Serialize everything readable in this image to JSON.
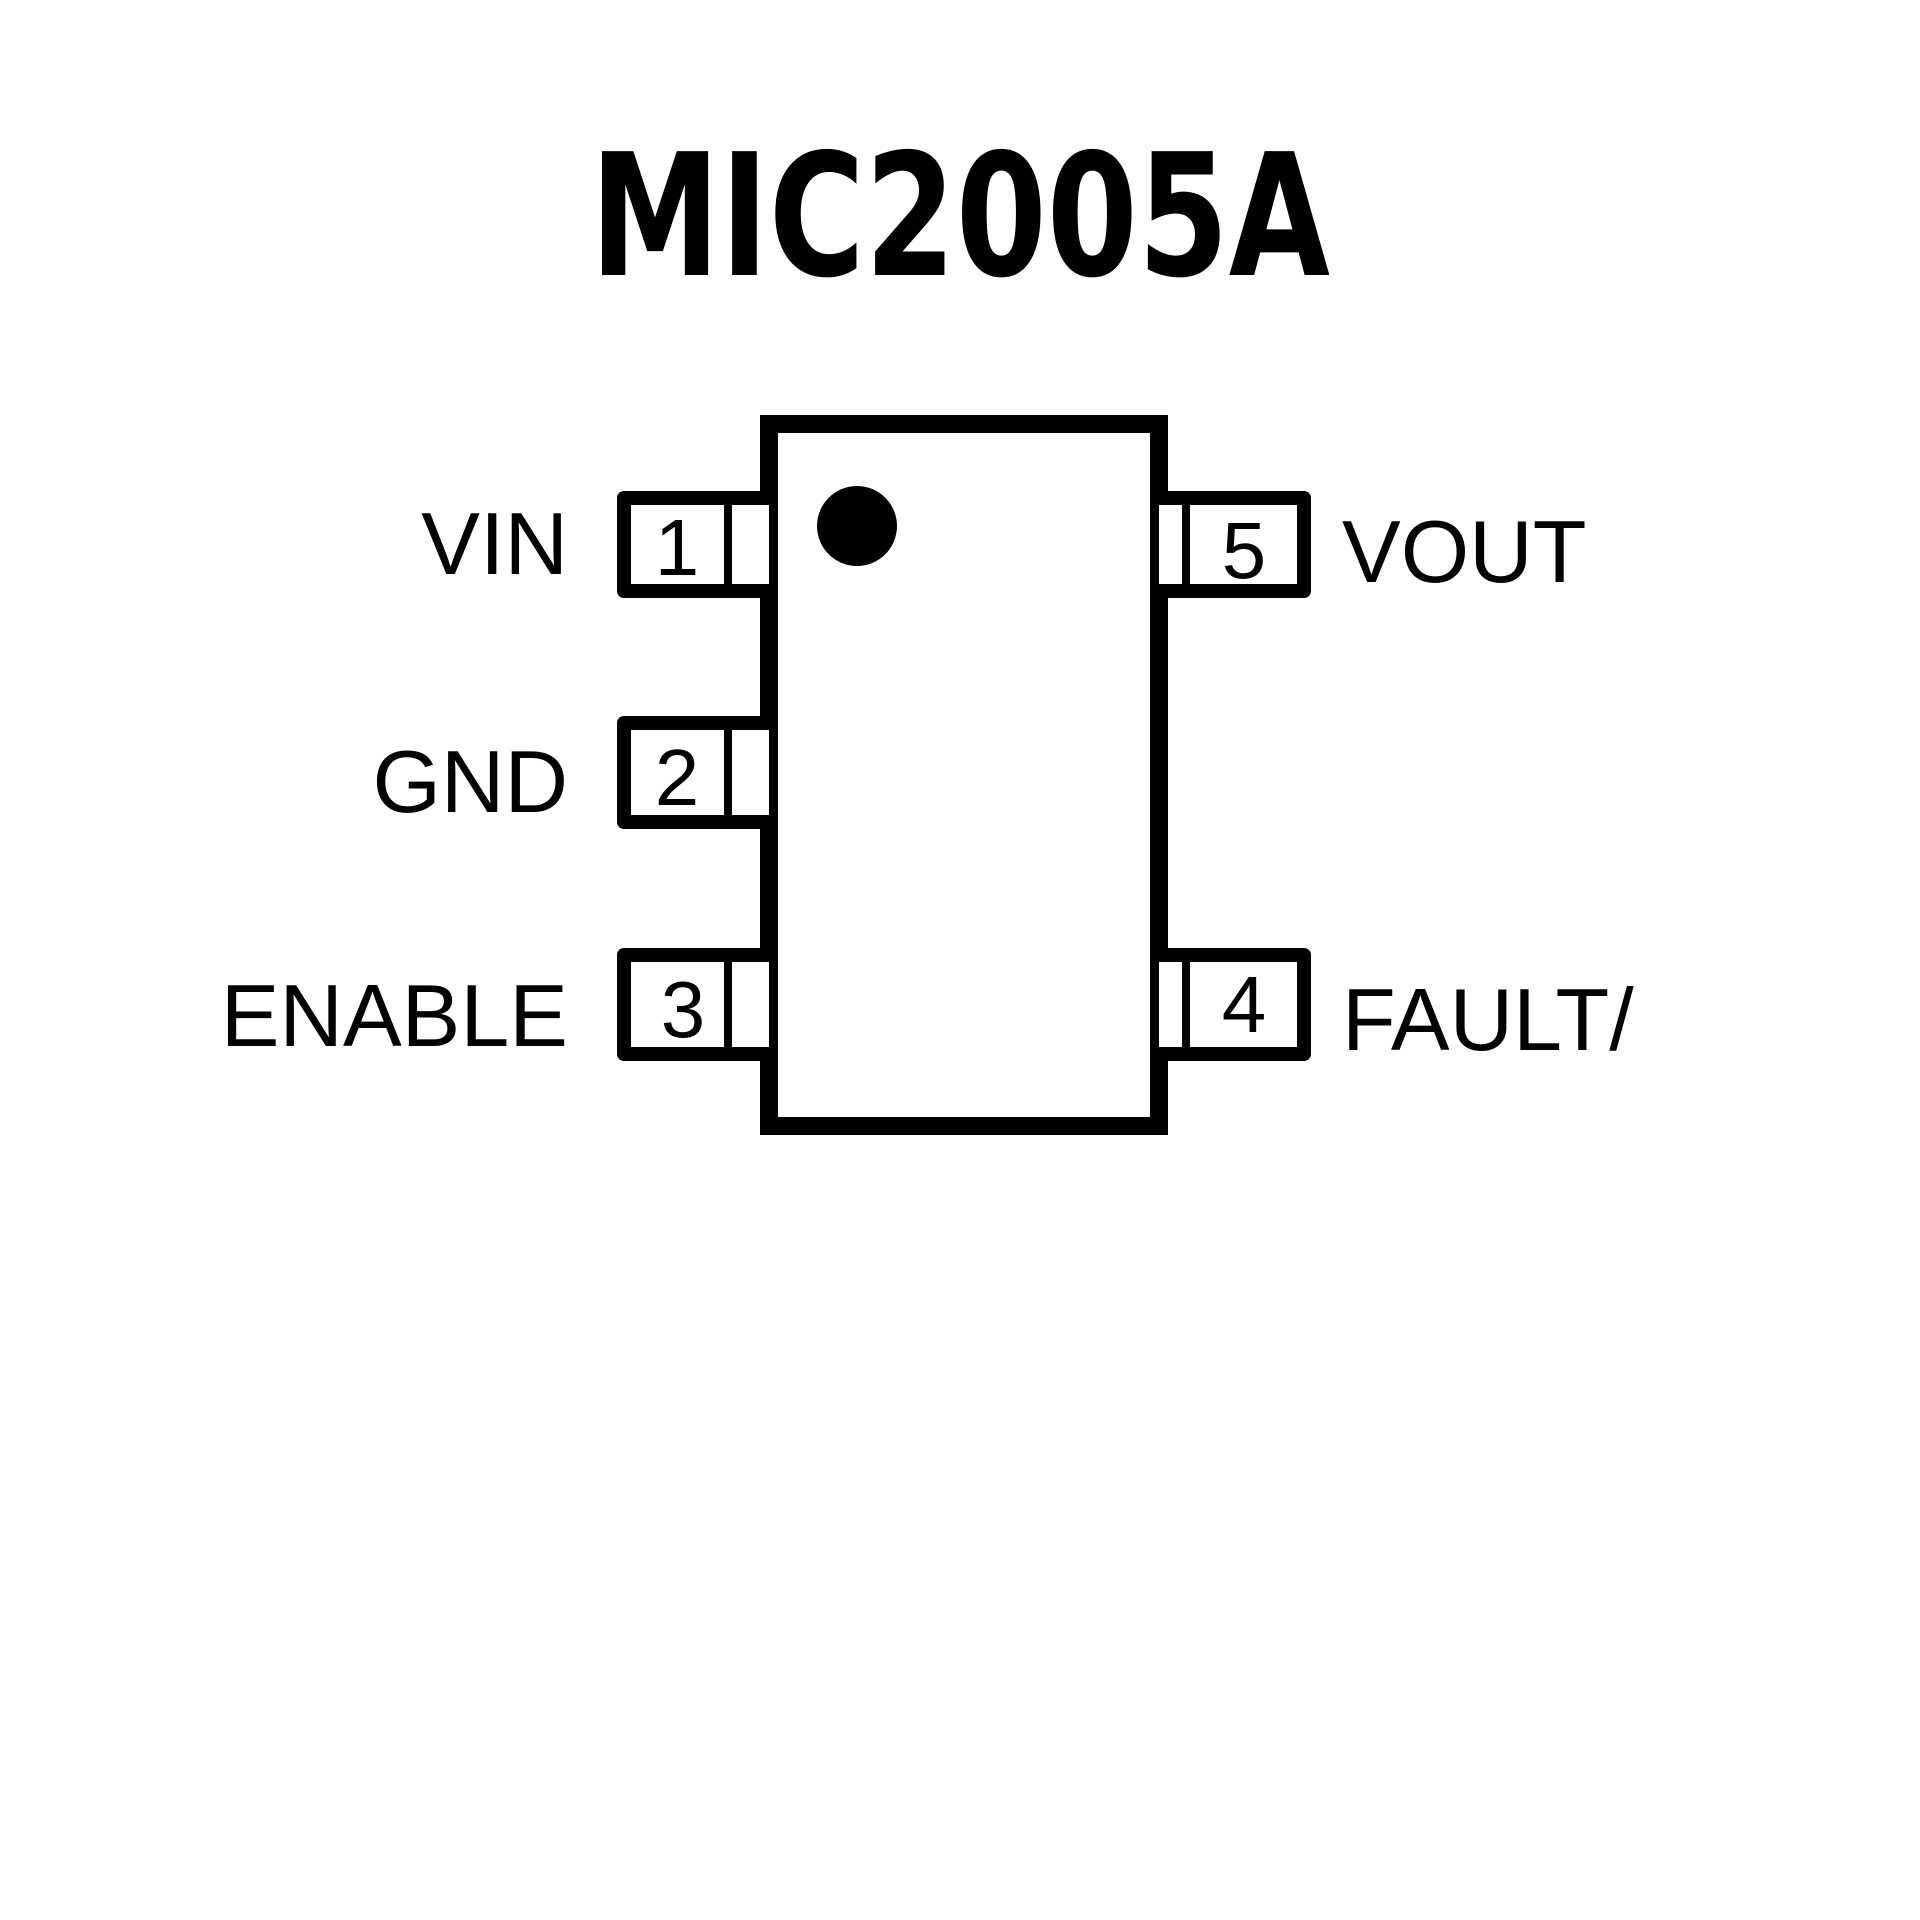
{
  "diagram": {
    "title": "MIC2005A",
    "package": "5-pin IC",
    "orientation_mark": "pin-1-dot",
    "pins": [
      {
        "number": "1",
        "name": "VIN",
        "side": "left"
      },
      {
        "number": "2",
        "name": "GND",
        "side": "left"
      },
      {
        "number": "3",
        "name": "ENABLE",
        "side": "left"
      },
      {
        "number": "4",
        "name": "FAULT/",
        "side": "right"
      },
      {
        "number": "5",
        "name": "VOUT",
        "side": "right"
      }
    ],
    "colors": {
      "stroke": "#000000",
      "background": "#ffffff"
    }
  }
}
